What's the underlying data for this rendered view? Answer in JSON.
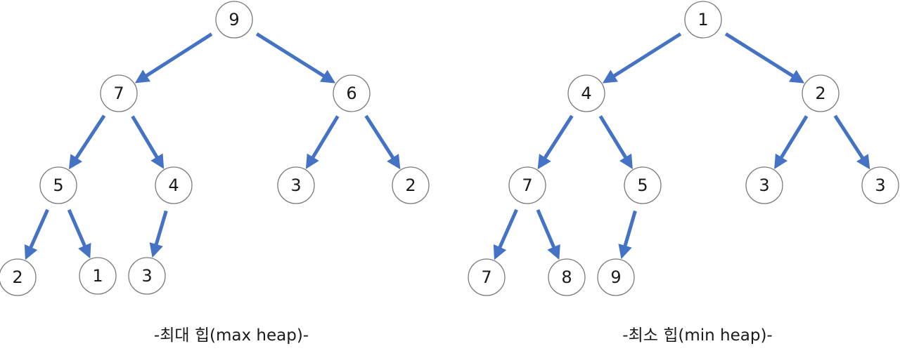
{
  "colors": {
    "arrow": "#4472C4",
    "node_border": "#7a7a7a",
    "text": "#1a1a1a"
  },
  "trees": [
    {
      "id": "max",
      "caption": "-최대 힙(max heap)-",
      "nodes": [
        {
          "id": "m0",
          "label": "9"
        },
        {
          "id": "m1",
          "label": "7"
        },
        {
          "id": "m2",
          "label": "6"
        },
        {
          "id": "m3",
          "label": "5"
        },
        {
          "id": "m4",
          "label": "4"
        },
        {
          "id": "m5",
          "label": "3"
        },
        {
          "id": "m6",
          "label": "2"
        },
        {
          "id": "m7",
          "label": "2"
        },
        {
          "id": "m8",
          "label": "1"
        },
        {
          "id": "m9",
          "label": "3"
        }
      ],
      "edges": [
        [
          "m0",
          "m1"
        ],
        [
          "m0",
          "m2"
        ],
        [
          "m1",
          "m3"
        ],
        [
          "m1",
          "m4"
        ],
        [
          "m2",
          "m5"
        ],
        [
          "m2",
          "m6"
        ],
        [
          "m3",
          "m7"
        ],
        [
          "m3",
          "m8"
        ],
        [
          "m4",
          "m9"
        ]
      ]
    },
    {
      "id": "min",
      "caption": "-최소 힙(min heap)-",
      "nodes": [
        {
          "id": "n0",
          "label": "1"
        },
        {
          "id": "n1",
          "label": "4"
        },
        {
          "id": "n2",
          "label": "2"
        },
        {
          "id": "n3",
          "label": "7"
        },
        {
          "id": "n4",
          "label": "5"
        },
        {
          "id": "n5",
          "label": "3"
        },
        {
          "id": "n6",
          "label": "3"
        },
        {
          "id": "n7",
          "label": "7"
        },
        {
          "id": "n8",
          "label": "8"
        },
        {
          "id": "n9",
          "label": "9"
        }
      ],
      "edges": [
        [
          "n0",
          "n1"
        ],
        [
          "n0",
          "n2"
        ],
        [
          "n1",
          "n3"
        ],
        [
          "n1",
          "n4"
        ],
        [
          "n2",
          "n5"
        ],
        [
          "n2",
          "n6"
        ],
        [
          "n3",
          "n7"
        ],
        [
          "n3",
          "n8"
        ],
        [
          "n4",
          "n9"
        ]
      ]
    }
  ]
}
